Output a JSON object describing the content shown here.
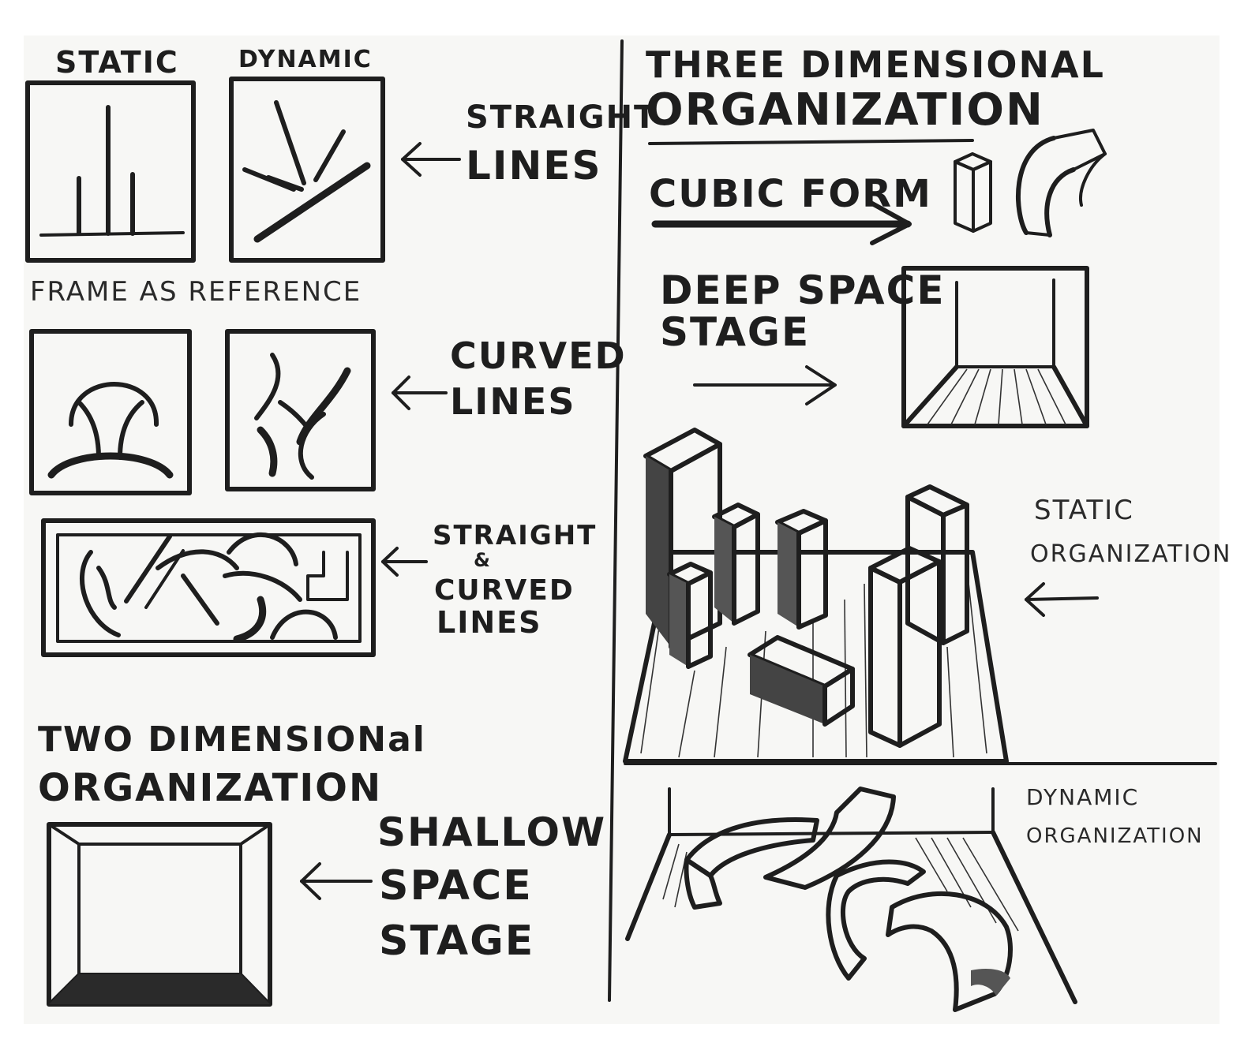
{
  "labels": {
    "static": "STATIC",
    "dynamic": "DYNAMIC",
    "straight_lines_1": "STRAIGHT",
    "straight_lines_2": "LINES",
    "frame_as_reference": "FRAME AS  REFERENCE",
    "curved_lines_1": "CURVED",
    "curved_lines_2": "LINES",
    "straight_curved_1": "STRAIGHT",
    "straight_curved_2": "&",
    "straight_curved_3": "CURVED",
    "straight_curved_4": "LINES",
    "two_dim_1": "TWO DIMENSIONal",
    "two_dim_2": "ORGANIZATION",
    "shallow_1": "SHALLOW",
    "shallow_2": "SPACE",
    "shallow_3": "STAGE",
    "three_dim_1": "THREE DIMENSIONAL",
    "three_dim_2": "ORGANIZATION",
    "cubic_form": "CUBIC FORM",
    "deep_space_1": "DEEP SPACE",
    "deep_space_2": "STAGE",
    "static_org_1": "STATIC",
    "static_org_2": "ORGANIZATION",
    "dynamic_org_1": "DYNAMIC",
    "dynamic_org_2": "ORGANIZATION"
  },
  "colors": {
    "ink": "#1e1e1e",
    "paper": "#f7f7f5"
  }
}
